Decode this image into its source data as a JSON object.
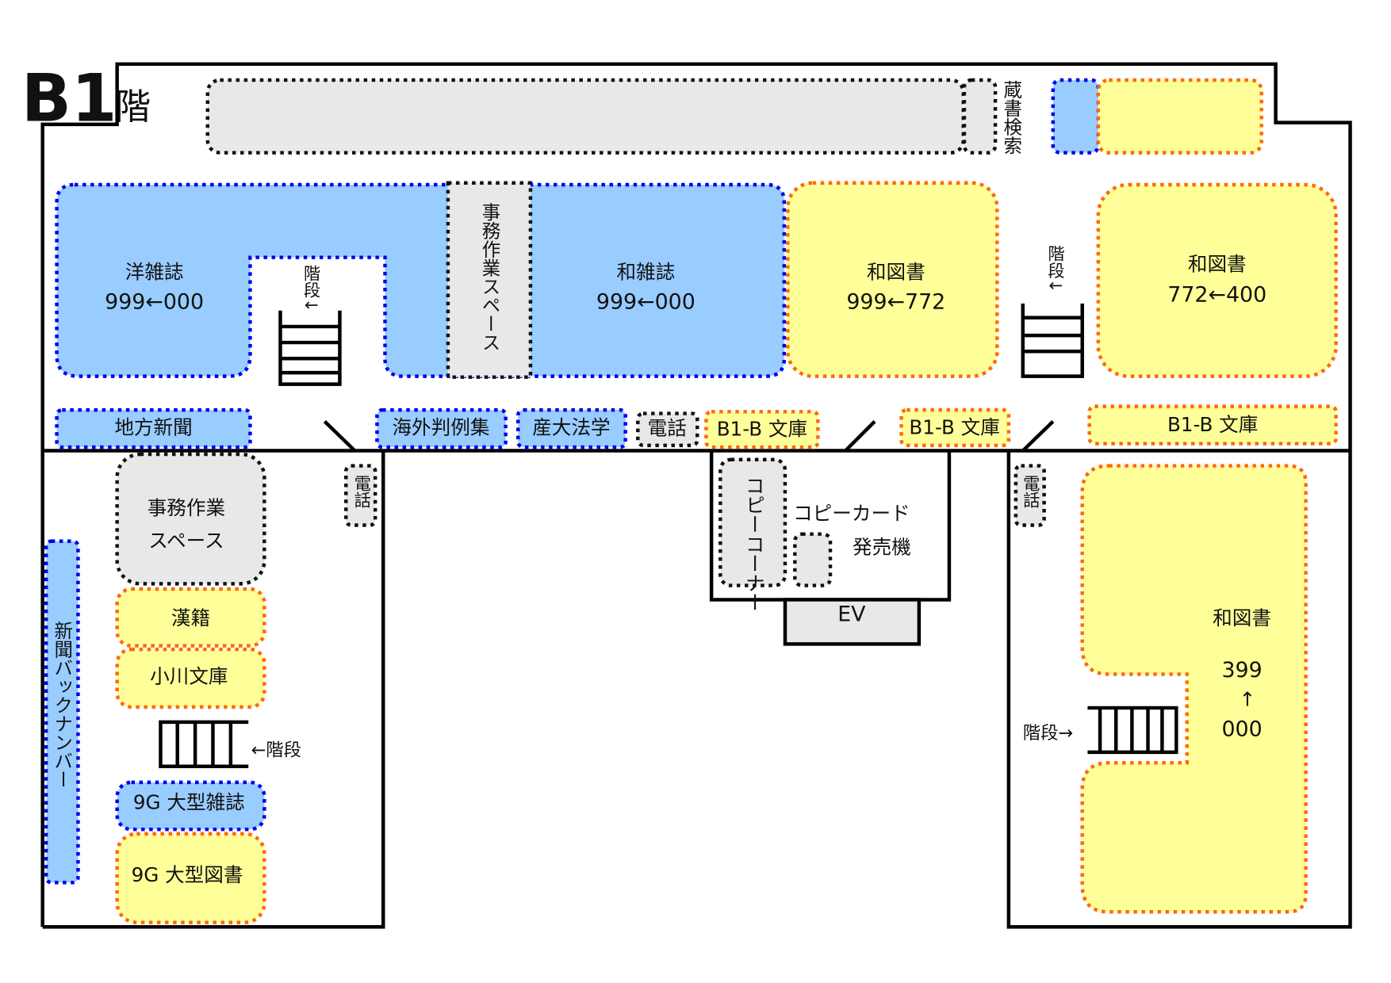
{
  "floor": {
    "title_main": "B1",
    "title_suffix": "階"
  },
  "colors": {
    "periodicals": "#99ccff",
    "books": "#ffff99",
    "facility": "#e8e8e8",
    "blue_border": "#0000ee",
    "orange_border": "#ff6a00"
  },
  "top": {
    "catalog_search": "蔵書検索"
  },
  "upper": {
    "western_magazines": {
      "label": "洋雑誌",
      "range": "999←000"
    },
    "japanese_magazines": {
      "label": "和雑誌",
      "range": "999←000"
    },
    "work_space": "事務作業スペース",
    "japanese_books_1": {
      "label": "和図書",
      "range": "999←772"
    },
    "japanese_books_2": {
      "label": "和図書",
      "range": "772←400"
    },
    "stairs_label_1": "階段↓",
    "stairs_label_2": "階段↓"
  },
  "row": {
    "local_newspapers": "地方新聞",
    "foreign_cases": "海外判例集",
    "sandai_law": "産大法学",
    "phone": "電話",
    "bunko_1": "B1-B 文庫",
    "bunko_2": "B1-B 文庫",
    "bunko_3": "B1-B 文庫"
  },
  "left": {
    "work_space_line1": "事務作業",
    "work_space_line2": "スペース",
    "kanseki": "漢籍",
    "ogawa_bunko": "小川文庫",
    "stairs_label": "←階段",
    "large_magazines": "9G 大型雑誌",
    "large_books": "9G 大型図書",
    "newspaper_backnumbers": "新聞バックナンバー",
    "phone": "電話"
  },
  "center": {
    "copy_corner": "コピーコーナー",
    "copy_card_line1": "コピーカード",
    "copy_card_line2": "発売機",
    "elevator": "EV"
  },
  "right": {
    "phone": "電話",
    "japanese_books": {
      "label": "和図書",
      "range_top": "399",
      "arrow": "↑",
      "range_bottom": "000"
    },
    "stairs_label": "階段→"
  }
}
